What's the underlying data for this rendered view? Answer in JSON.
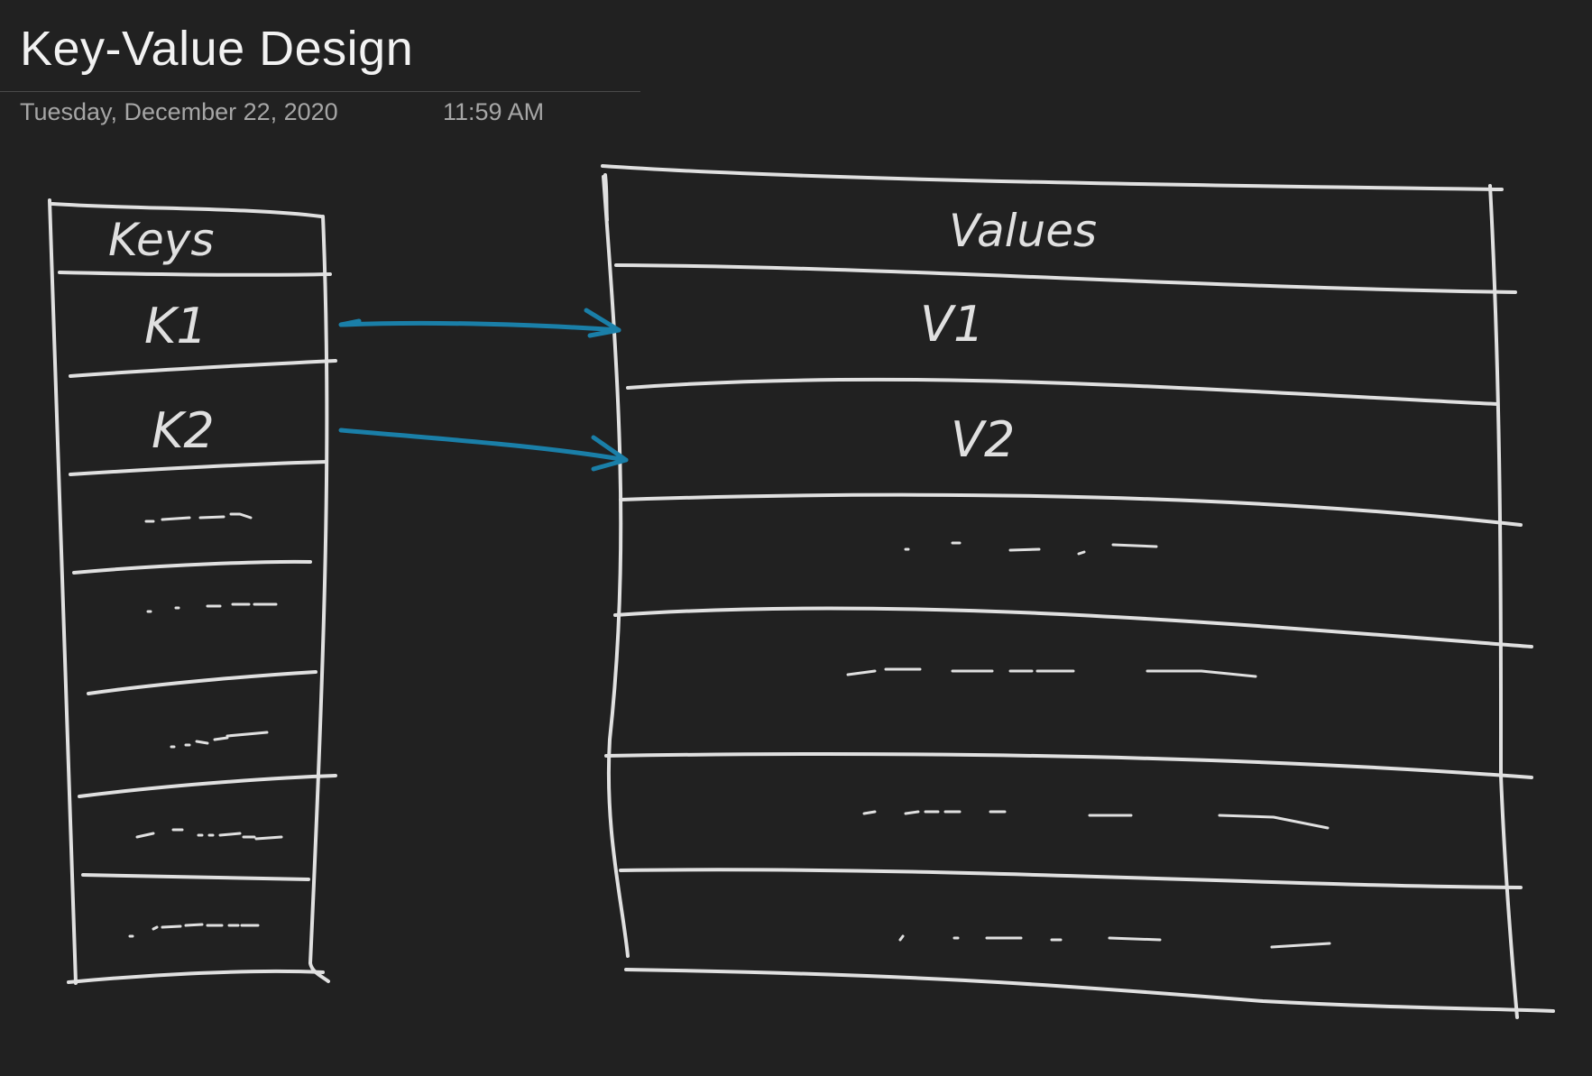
{
  "page": {
    "title": "Key-Value Design",
    "date": "Tuesday, December 22, 2020",
    "time": "11:59 AM"
  },
  "diagram": {
    "keys_table": {
      "header": "Keys",
      "rows": [
        "K1",
        "K2",
        "",
        "",
        "",
        "",
        ""
      ]
    },
    "values_table": {
      "header": "Values",
      "rows": [
        "V1",
        "V2",
        "",
        "",
        "",
        ""
      ]
    },
    "arrows": [
      {
        "from": "K1",
        "to": "V1"
      },
      {
        "from": "K2",
        "to": "V2"
      }
    ],
    "colors": {
      "background": "#212121",
      "ink": "#e0e0e0",
      "arrow": "#1a7fa8"
    }
  }
}
